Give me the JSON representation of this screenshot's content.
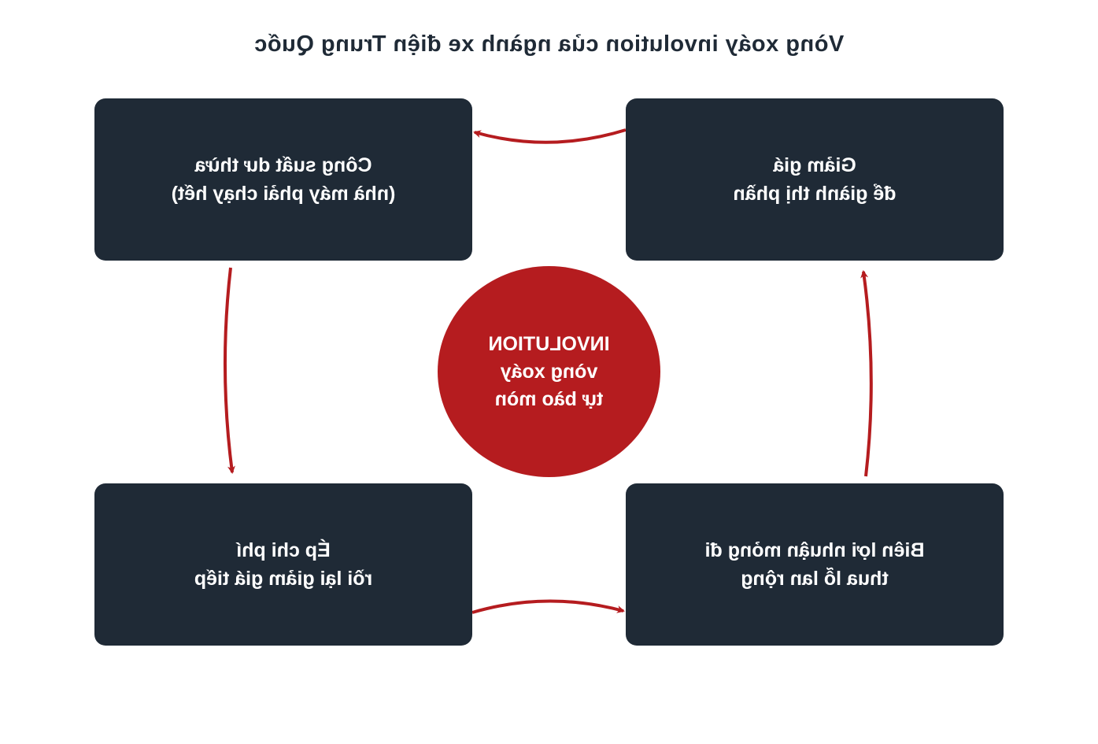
{
  "diagram": {
    "title": "Vòng xoáy involution của ngành xe điện Trung Quốc",
    "center": {
      "line1": "INVOLUTION",
      "line2": "vòng xoáy",
      "line3": "tự bào mòn"
    },
    "steps": [
      {
        "line1": "Công suất dư thừa",
        "line2": "(nhà máy phải chạy hết)"
      },
      {
        "line1": "Giảm giá",
        "line2": "để giành thị phần"
      },
      {
        "line1": "Biên lợi nhuận mỏng đi",
        "line2": "thua lỗ lan rộng"
      },
      {
        "line1": "Ép chi phí",
        "line2": "rồi lại giảm giá tiếp"
      }
    ],
    "colors": {
      "box": "#1f2a36",
      "center": "#b51c1f",
      "arrow": "#b51c1f",
      "title": "#1f2a36"
    }
  }
}
